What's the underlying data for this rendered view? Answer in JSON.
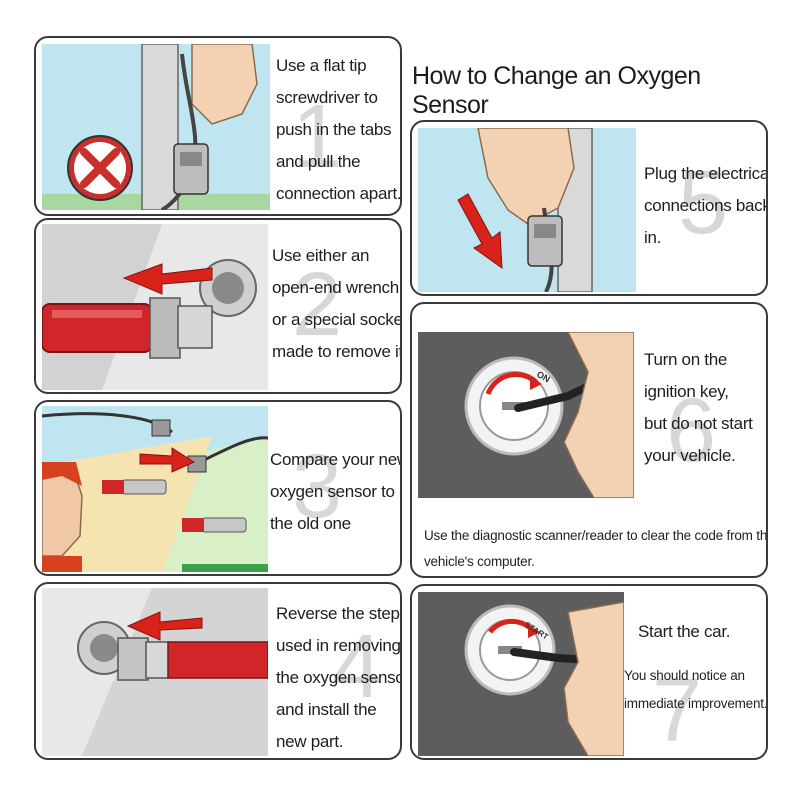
{
  "title": "How to Change an Oxygen Sensor",
  "steps": [
    {
      "number": "1",
      "lines": [
        "Use a flat tip",
        "screwdriver to",
        "push in the tabs",
        "and pull the",
        "connection apart."
      ]
    },
    {
      "number": "2",
      "lines": [
        "Use either an",
        "open-end wrench",
        "or a special socket",
        "made to remove it."
      ]
    },
    {
      "number": "3",
      "lines": [
        "Compare your new",
        "oxygen sensor to",
        "the old one"
      ]
    },
    {
      "number": "4",
      "lines": [
        "Reverse the steps",
        "used in removing",
        "the oxygen sensor",
        "and install the",
        "new part."
      ]
    },
    {
      "number": "5",
      "lines": [
        "Plug the electrical",
        "connections back",
        "in."
      ]
    },
    {
      "number": "6",
      "lines": [
        "Turn on the",
        "ignition key,",
        "but do not start",
        "your vehicle."
      ],
      "note": [
        "Use the diagnostic scanner/reader to clear the code from the",
        "vehicle's computer."
      ],
      "dial_label": "ON"
    },
    {
      "number": "7",
      "lines": [
        "Start the car."
      ],
      "note": [
        "You should notice an",
        "immediate improvement."
      ],
      "dial_label": "START"
    }
  ],
  "colors": {
    "sky": "#bfe6f0",
    "red_arrow": "#d8231b",
    "sensor_red": "#d0262a",
    "panel_dark": "#5d5d5d",
    "border": "#3a3a3a"
  },
  "icons": [
    "x-mark-icon",
    "red-arrow-icon",
    "ignition-dial-icon",
    "key-icon",
    "hand-icon",
    "connector-icon",
    "wrench-socket-icon",
    "person-face-icon"
  ]
}
